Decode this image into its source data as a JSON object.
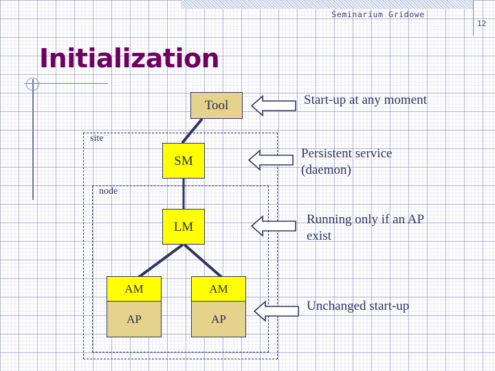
{
  "header": {
    "title": "Seminarium Gridowe",
    "page_number": "12"
  },
  "slide": {
    "title": "Initialization"
  },
  "zones": [
    {
      "id": "site",
      "label": "site"
    },
    {
      "id": "node",
      "label": "node"
    }
  ],
  "boxes": {
    "tool": {
      "label": "Tool",
      "fill": "#e5d28c"
    },
    "sm": {
      "label": "SM",
      "fill": "#ffff00"
    },
    "lm": {
      "label": "LM",
      "fill": "#ffff00"
    },
    "am_1": {
      "label": "AM",
      "fill": "#ffff00"
    },
    "ap_1": {
      "label": "AP",
      "fill": "#e5d28c"
    },
    "am_2": {
      "label": "AM",
      "fill": "#ffff00"
    },
    "ap_2": {
      "label": "AP",
      "fill": "#e5d28c"
    }
  },
  "callouts": [
    {
      "target": "tool",
      "text": "Start-up at any moment"
    },
    {
      "target": "sm",
      "text": "Persistent service\n(daemon)"
    },
    {
      "target": "lm",
      "text": "Running only if an AP\n   exist"
    },
    {
      "target": "ap",
      "text": "Unchanged start-up"
    }
  ],
  "colors": {
    "title": "#6e005f",
    "stroke": "#2f3560",
    "text": "#2f3560",
    "tan": "#e5d28c",
    "yellow": "#ffff00",
    "grid": "#787daf"
  }
}
